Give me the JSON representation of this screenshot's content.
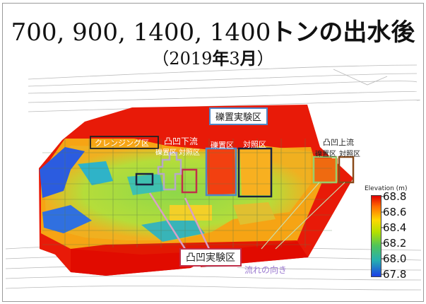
{
  "title": {
    "main_numbers": "700, 900, 1400, 1400",
    "main_suffix": "トンの出水後",
    "sub_open": "（2019",
    "sub_year_kanji": "年",
    "sub_month": "3",
    "sub_month_kanji": "月",
    "sub_close": "）"
  },
  "labels": {
    "gravel_experiment_zone": "礫置実験区",
    "cleansing_zone": "クレンジング区",
    "bump_downstream": "凸凹下流",
    "gravel_control_left": "礫置区 対照区",
    "gravel_zone_mid": "礫置区",
    "control_zone_mid": "対照区",
    "bump_upstream": "凸凹上流",
    "gravel_zone_right": "礫置区",
    "control_zone_right": "対照区",
    "bump_experiment_zone": "凸凹実験区",
    "flow_direction": "流れの向き"
  },
  "colors": {
    "high": "#e00000",
    "mid": "#b4e000",
    "low": "#1c3fe6",
    "gravel_box": "#4f86c6",
    "control_box": "#1a2340",
    "bump_control_box": "#c0304a",
    "upstream_control_box": "#8a4a1a",
    "green_box": "#9acd6a"
  },
  "chart_data": {
    "type": "heatmap",
    "colorbar": {
      "title": "Elevation (m)",
      "ticks": [
        68.8,
        68.6,
        68.4,
        68.2,
        68.0,
        67.8
      ],
      "tick_labels": [
        "68.8",
        "68.6",
        "68.4",
        "68.2",
        "68.0",
        "67.8"
      ],
      "range": [
        67.8,
        68.8
      ]
    }
  }
}
